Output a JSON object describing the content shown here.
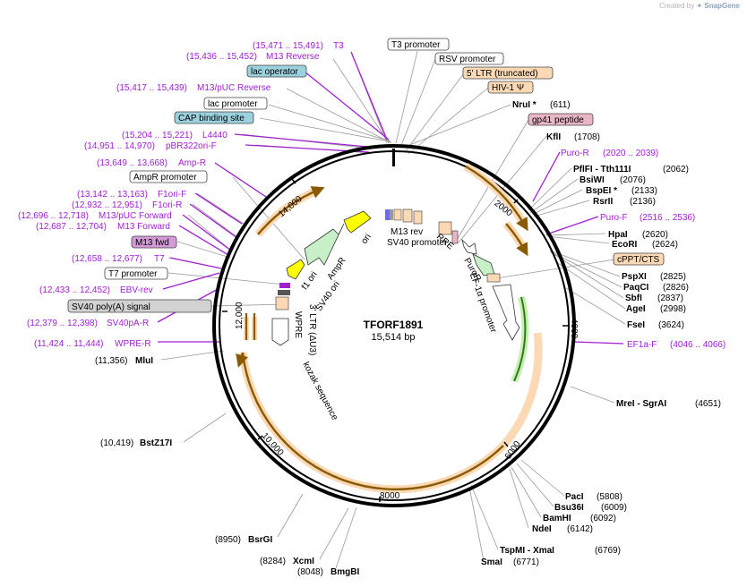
{
  "credit": {
    "prefix": "Created by",
    "brand": "SnapGene"
  },
  "plasmid": {
    "name": "TFORF1891",
    "size_label": "15,514 bp",
    "length": 15514
  },
  "colors": {
    "primer": "#a020d0",
    "enzyme_text": "#111111",
    "leader": "#999999",
    "backbone": "#000000",
    "feature_orange": "#f6a623",
    "feature_green": "#3b9f2b",
    "box_orange_fill": "#fbd9b4",
    "box_teal_fill": "#9cd1de",
    "box_purple_fill": "#d49ad8",
    "box_pink_fill": "#e9b6c5",
    "box_gray_fill": "#d2d2d2"
  },
  "ticks": [
    "2000",
    "4000",
    "6000",
    "8000",
    "10,000",
    "12,000",
    "14,000"
  ],
  "top_labels": [
    {
      "text": "T3",
      "coords": "(15,471 .. 15,491)",
      "kind": "primer"
    },
    {
      "text": "M13 Reverse",
      "coords": "(15,436 .. 15,452)",
      "kind": "primer"
    },
    {
      "text": "lac operator",
      "kind": "box_teal"
    },
    {
      "text": "M13/pUC Reverse",
      "coords": "(15,417 .. 15,439)",
      "kind": "primer"
    },
    {
      "text": "lac promoter",
      "kind": "box_white"
    },
    {
      "text": "CAP binding site",
      "kind": "box_teal"
    },
    {
      "text": "L4440",
      "coords": "(15,204 .. 15,221)",
      "kind": "primer"
    },
    {
      "text": "pBR322ori-F",
      "coords": "(14,951 .. 14,970)",
      "kind": "primer"
    },
    {
      "text": "Amp-R",
      "coords": "(13,649 .. 13,668)",
      "kind": "primer"
    },
    {
      "text": "AmpR promoter",
      "kind": "box_white"
    },
    {
      "text": "F1ori-F",
      "coords": "(13,142 .. 13,163)",
      "kind": "primer"
    },
    {
      "text": "F1ori-R",
      "coords": "(12,932 .. 12,951)",
      "kind": "primer"
    },
    {
      "text": "M13/pUC Forward",
      "coords": "(12,696 .. 12,718)",
      "kind": "primer"
    },
    {
      "text": "M13 Forward",
      "coords": "(12,687 .. 12,704)",
      "kind": "primer"
    },
    {
      "text": "M13 fwd",
      "kind": "box_purple"
    },
    {
      "text": "T7",
      "coords": "(12,658 .. 12,677)",
      "kind": "primer"
    },
    {
      "text": "T7 promoter",
      "kind": "box_white"
    },
    {
      "text": "EBV-rev",
      "coords": "(12,433 .. 12,452)",
      "kind": "primer"
    },
    {
      "text": "SV40 poly(A) signal",
      "kind": "box_gray"
    },
    {
      "text": "SV40pA-R",
      "coords": "(12,379 .. 12,398)",
      "kind": "primer"
    },
    {
      "text": "WPRE-R",
      "coords": "(11,424 .. 11,444)",
      "kind": "primer"
    },
    {
      "text": "MluI",
      "coords": "(11,356)",
      "kind": "enzyme"
    },
    {
      "text": "BstZ17I",
      "coords": "(10,419)",
      "kind": "enzyme"
    },
    {
      "text": "BsrGI",
      "coords": "(8950)",
      "kind": "enzyme"
    },
    {
      "text": "XcmI",
      "coords": "(8284)",
      "kind": "enzyme"
    },
    {
      "text": "BmgBI",
      "coords": "(8048)",
      "kind": "enzyme"
    }
  ],
  "right_labels": [
    {
      "text": "T3 promoter",
      "kind": "box_white"
    },
    {
      "text": "RSV promoter",
      "kind": "box_white"
    },
    {
      "text": "5' LTR (truncated)",
      "kind": "box_orange"
    },
    {
      "text": "HIV-1 Ψ",
      "kind": "box_orange"
    },
    {
      "text": "NruI *",
      "coords": "(611)",
      "kind": "enzyme"
    },
    {
      "text": "gp41 peptide",
      "kind": "box_pink"
    },
    {
      "text": "KflI",
      "coords": "(1708)",
      "kind": "enzyme"
    },
    {
      "text": "Puro-R",
      "coords": "(2020 .. 2039)",
      "kind": "primer"
    },
    {
      "text": "PflFI - Tth111I",
      "coords": "(2062)",
      "kind": "enzyme"
    },
    {
      "text": "BsiWI",
      "coords": "(2076)",
      "kind": "enzyme"
    },
    {
      "text": "BspEI *",
      "coords": "(2133)",
      "kind": "enzyme"
    },
    {
      "text": "RsrII",
      "coords": "(2136)",
      "kind": "enzyme"
    },
    {
      "text": "Puro-F",
      "coords": "(2516 .. 2536)",
      "kind": "primer"
    },
    {
      "text": "HpaI",
      "coords": "(2620)",
      "kind": "enzyme"
    },
    {
      "text": "EcoRI",
      "coords": "(2624)",
      "kind": "enzyme"
    },
    {
      "text": "cPPT/CTS",
      "kind": "box_orange"
    },
    {
      "text": "PspXI",
      "coords": "(2825)",
      "kind": "enzyme"
    },
    {
      "text": "PaqCI",
      "coords": "(2826)",
      "kind": "enzyme"
    },
    {
      "text": "SbfI",
      "coords": "(2837)",
      "kind": "enzyme"
    },
    {
      "text": "AgeI",
      "coords": "(2998)",
      "kind": "enzyme"
    },
    {
      "text": "FseI",
      "coords": "(3624)",
      "kind": "enzyme"
    },
    {
      "text": "EF1a-F",
      "coords": "(4046 .. 4066)",
      "kind": "primer"
    },
    {
      "text": "MreI - SgrAI",
      "coords": "(4651)",
      "kind": "enzyme"
    },
    {
      "text": "PacI",
      "coords": "(5808)",
      "kind": "enzyme"
    },
    {
      "text": "Bsu36I",
      "coords": "(6009)",
      "kind": "enzyme"
    },
    {
      "text": "BamHI",
      "coords": "(6092)",
      "kind": "enzyme"
    },
    {
      "text": "NdeI",
      "coords": "(6142)",
      "kind": "enzyme"
    },
    {
      "text": "TspMI - XmaI",
      "coords": "(6769)",
      "kind": "enzyme"
    },
    {
      "text": "SmaI",
      "coords": "(6771)",
      "kind": "enzyme"
    }
  ],
  "inner_labels": [
    "ori",
    "AmpR",
    "f1 ori",
    "SV40 ori",
    "3' LTR (ΔU3)",
    "WPRE",
    "kozak sequence",
    "M13 rev",
    "SV40 promoter",
    "RRE",
    "PuroR",
    "EF-1α promoter"
  ]
}
